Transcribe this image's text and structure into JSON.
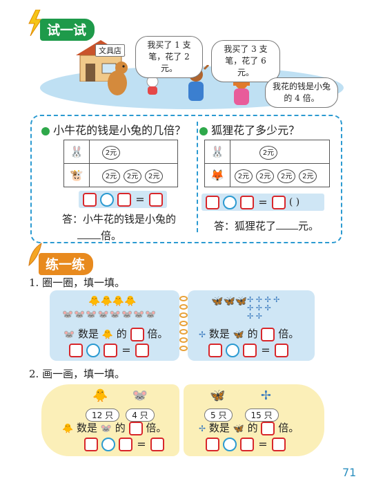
{
  "section1": {
    "title": "试一试",
    "shop_sign": "文具店",
    "bubble_rabbit": "我买了 1 支笔，花了 2 元。",
    "bubble_ox": "我买了 3 支笔，花了 6 元。",
    "bubble_fox": "我花的钱是小兔的 4 倍。",
    "left_q": "小牛花的钱是小兔的几倍？",
    "right_q": "狐狸花了多少元？",
    "coin": "2元",
    "left_answer_1": "答：小牛花的钱是小兔的",
    "left_answer_2": "倍。",
    "right_answer_1": "答：狐狸花了",
    "right_answer_2": "元。",
    "paren": "(    )"
  },
  "section2": {
    "title": "练一练",
    "ex1_label": "1. 圈一圈，填一填。",
    "ex2_label": "2. 画一画，填一填。",
    "ex1_left_text_1": "数是",
    "ex1_left_text_2": "的",
    "ex1_left_text_3": "倍。",
    "ex1_right_text_1": "数是",
    "ex1_right_text_2": "的",
    "ex1_right_text_3": "倍。",
    "ex2_left_tag1": "12 只",
    "ex2_left_tag2": "4 只",
    "ex2_right_tag1": "5 只",
    "ex2_right_tag2": "15 只",
    "ex2_left_text_1": "数是",
    "ex2_left_text_2": "的",
    "ex2_left_text_3": "倍。",
    "ex2_right_text_1": "数是",
    "ex2_right_text_2": "的",
    "ex2_right_text_3": "倍。"
  },
  "page_number": "71",
  "icons": {
    "chick": "chick-icon",
    "mouse": "mouse-icon",
    "butterfly": "butterfly-icon",
    "dragonfly": "dragonfly-icon"
  },
  "colors": {
    "green": "#1e9a4a",
    "orange": "#e88a1e",
    "blue_panel": "#cfe6f5",
    "cream_panel": "#fbefb8",
    "red": "#d8262a"
  }
}
